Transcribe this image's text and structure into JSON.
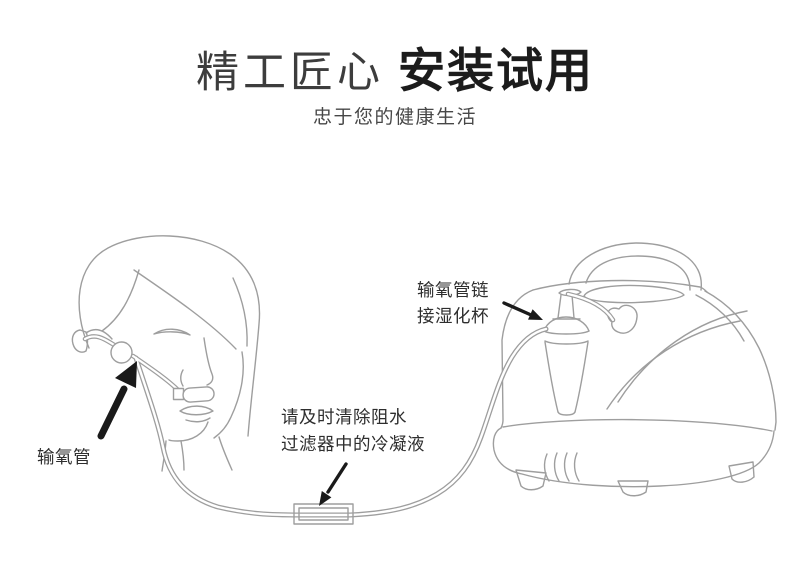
{
  "header": {
    "title_light": "精工匠心",
    "title_bold": "安装试用",
    "subtitle": "忠于您的健康生活"
  },
  "annotations": {
    "humidifier_label_line1": "输氧管链",
    "humidifier_label_line2": "接湿化杯",
    "oxygen_tube_label": "输氧管",
    "filter_label_line1": "请及时清除阻水",
    "filter_label_line2": "过滤器中的冷凝液"
  },
  "colors": {
    "background": "#ffffff",
    "line_art": "#9e9e9e",
    "arrow": "#1a1a1a",
    "title_light": "#3d3d3d",
    "title_bold": "#1c1c1c",
    "subtitle": "#474747",
    "label_text": "#2e2e2e"
  }
}
